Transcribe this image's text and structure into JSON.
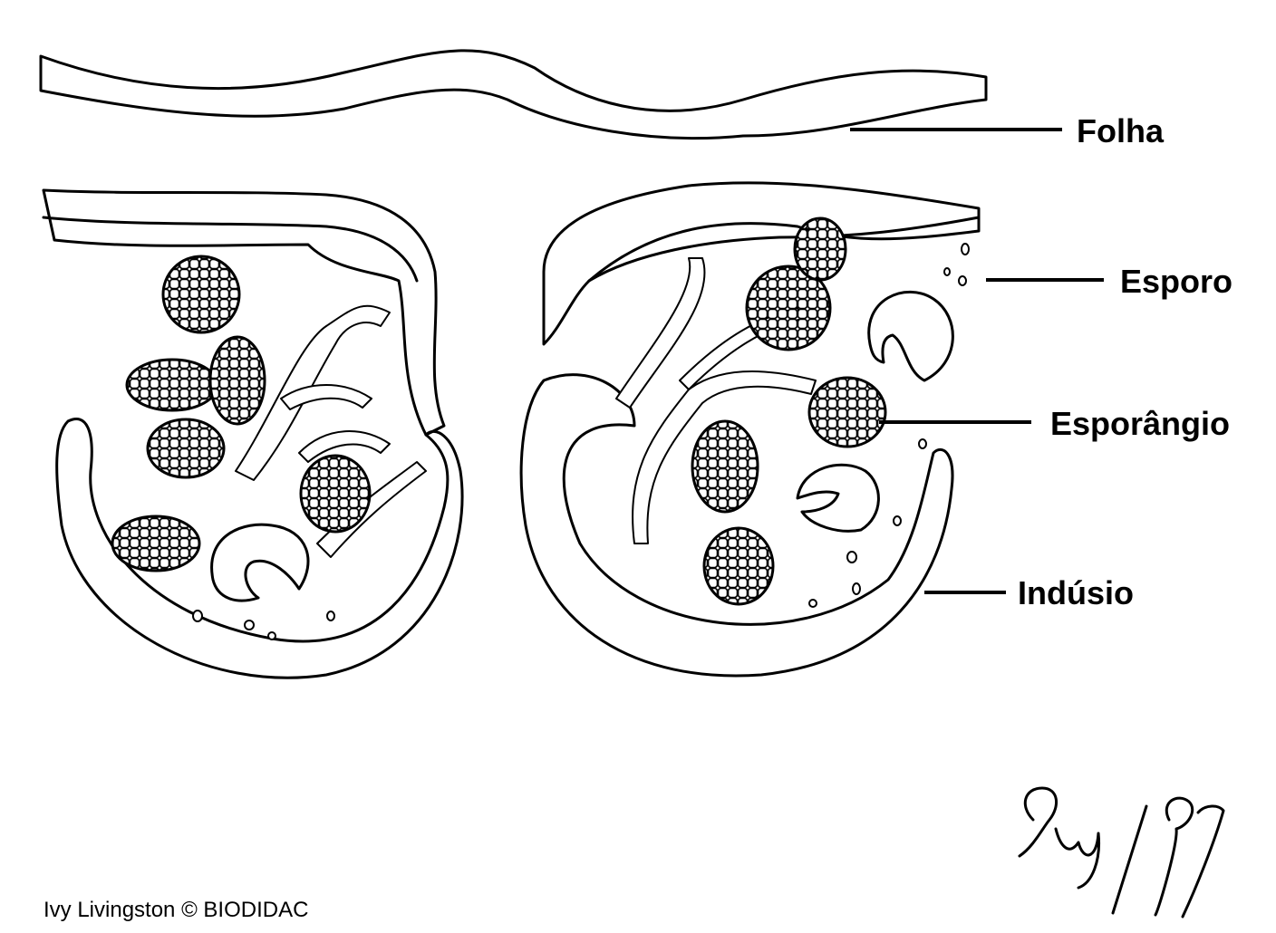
{
  "labels": {
    "folha": "Folha",
    "esporo": "Esporo",
    "esporangio": "Esporângio",
    "indusio": "Indúsio"
  },
  "credit": "Ivy Livingston © BIODIDAC",
  "signature": "Ivy/97"
}
